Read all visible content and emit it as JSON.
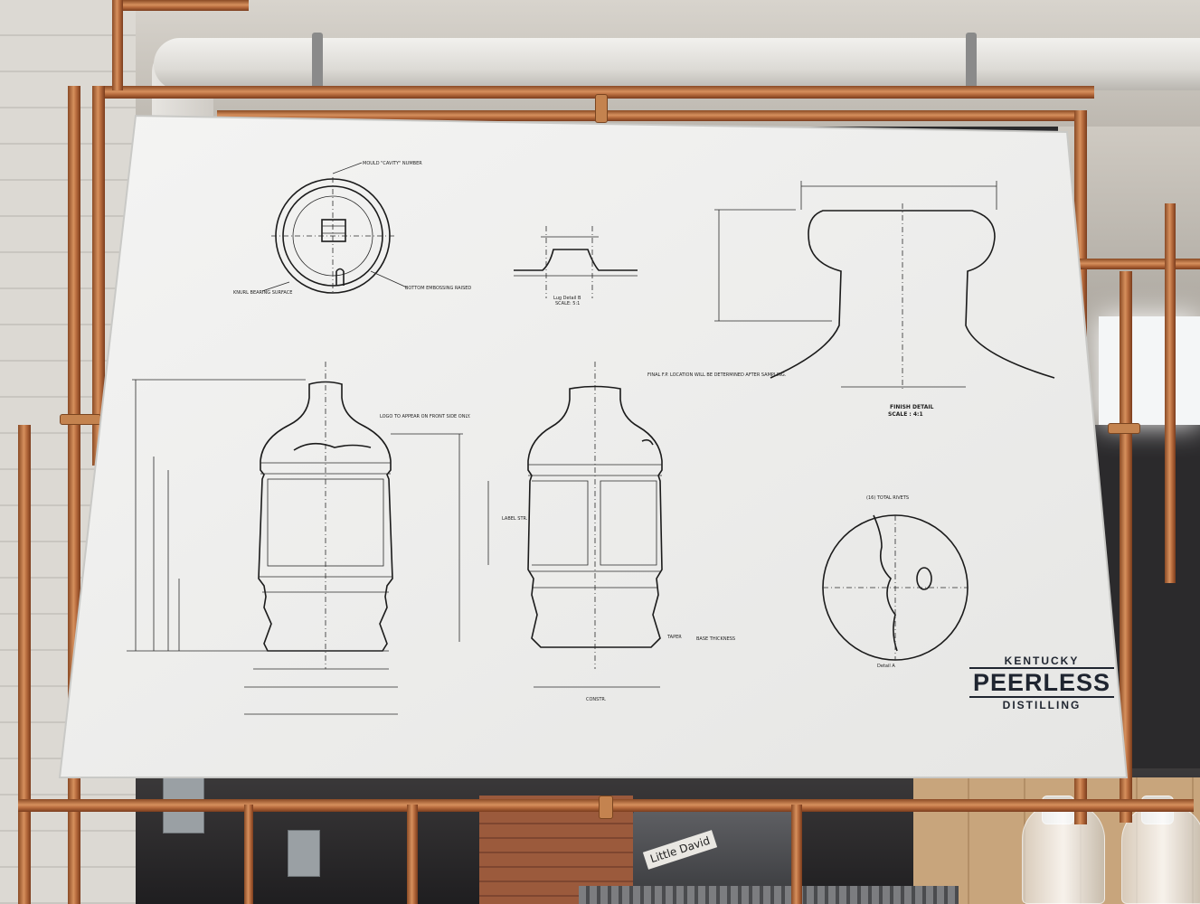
{
  "logo": {
    "line1": "KENTUCKY",
    "line2": "PEERLESS",
    "line3": "DISTILLING"
  },
  "drawing": {
    "finish_detail_title": "FINISH DETAIL",
    "finish_detail_scale": "SCALE : 4:1",
    "label_mould_cavity": "MOULD \"CAVITY\" NUMBER",
    "label_knurl": "KNURL BEARING SURFACE",
    "label_bottom_embossing": "BOTTOM EMBOSSING RAISED",
    "label_lug_detail": "Lug Detail B",
    "label_lug_scale": "SCALE: 5:1",
    "label_logo_front": "LOGO TO APPEAR ON FRONT SIDE ONLY.",
    "label_final_fp": "FINAL F.P. LOCATION WILL BE DETERMINED AFTER SAMPLING.",
    "label_rivets": "(16) TOTAL RIVETS",
    "label_detail_a": "Detail A",
    "label_label_str": "LABEL STR.",
    "label_base_thickness": "BASE THICKNESS",
    "label_taper": "TAPER",
    "label_construction": "CONSTR."
  },
  "background": {
    "machine_text": "Little David"
  },
  "colors": {
    "poster": "#f2f2f1",
    "copper": "#c9824f",
    "ink": "#1b1b1b"
  }
}
